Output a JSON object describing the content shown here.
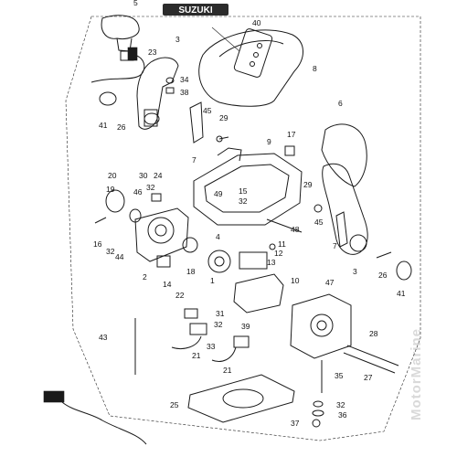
{
  "brand": {
    "name": "SUZUKI",
    "badge_color": "#2b2b2b"
  },
  "watermark": {
    "text": "MotorMarine"
  },
  "labels": {
    "l1": "1",
    "l2": "2",
    "l3a": "3",
    "l3b": "3",
    "l4": "4",
    "l5": "5",
    "l6": "6",
    "l7a": "7",
    "l7b": "7",
    "l8": "8",
    "l9": "9",
    "l10": "10",
    "l11": "11",
    "l12": "12",
    "l13": "13",
    "l14": "14",
    "l15": "15",
    "l16": "16",
    "l17": "17",
    "l18": "18",
    "l19": "19",
    "l20": "20",
    "l21a": "21",
    "l21b": "21",
    "l22": "22",
    "l23": "23",
    "l24": "24",
    "l25": "25",
    "l26a": "26",
    "l26b": "26",
    "l27": "27",
    "l28": "28",
    "l29a": "29",
    "l29b": "29",
    "l30": "30",
    "l31": "31",
    "l32a": "32",
    "l32b": "32",
    "l32c": "32",
    "l32d": "32",
    "l33": "33",
    "l34": "34",
    "l35": "35",
    "l36": "36",
    "l37": "37",
    "l38": "38",
    "l39": "39",
    "l40": "40",
    "l41a": "41",
    "l41b": "41",
    "l43": "43",
    "l44": "44",
    "l45a": "45",
    "l45b": "45",
    "l46": "46",
    "l47": "47",
    "l48": "48",
    "l49": "49"
  }
}
